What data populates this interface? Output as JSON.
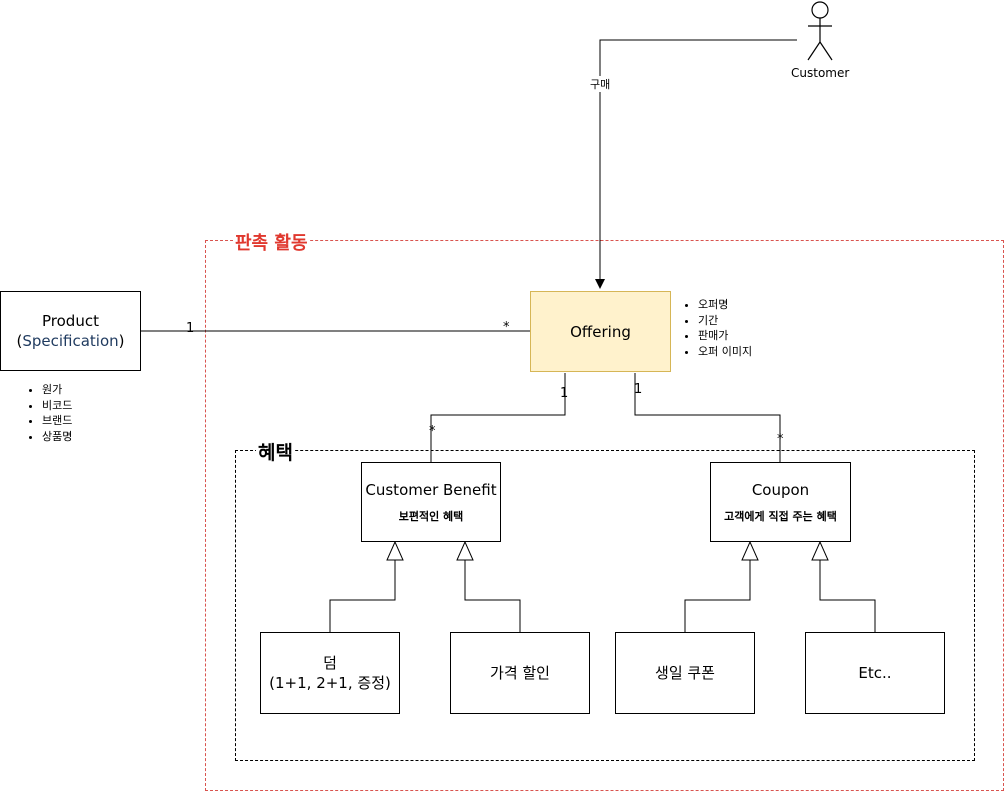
{
  "regions": {
    "sales": {
      "title": "판촉 활동",
      "color": "#e0382e",
      "border_color": "#d9544f"
    },
    "benefit": {
      "title": "혜택"
    }
  },
  "actor": {
    "label": "Customer",
    "icon": "stick-figure-icon"
  },
  "edges": {
    "purchase_label": "구매"
  },
  "product": {
    "title": "Product",
    "spec_open": "(",
    "spec": "Specification",
    "spec_close": ")",
    "spec_color": "#1f3a5f",
    "attributes": [
      "원가",
      "비코드",
      "브랜드",
      "상품명"
    ]
  },
  "offering": {
    "title": "Offering",
    "fill": "#fff2cc",
    "stroke": "#d6b656",
    "attributes": [
      "오퍼명",
      "기간",
      "판매가",
      "오퍼 이미지"
    ]
  },
  "multiplicities": {
    "product_offering_product_side": "1",
    "product_offering_offering_side": "*",
    "offering_benefit_offering_side": "1",
    "offering_benefit_benefit_side": "*",
    "offering_coupon_offering_side": "1",
    "offering_coupon_coupon_side": "*"
  },
  "customer_benefit": {
    "title": "Customer Benefit",
    "subtitle": "보편적인 혜택"
  },
  "coupon": {
    "title": "Coupon",
    "subtitle": "고객에게 직접  주는 혜택"
  },
  "subclasses": {
    "bundle": {
      "line1": "덤",
      "line2": "(1+1, 2+1, 증정)"
    },
    "discount": {
      "label": "가격 할인"
    },
    "birthday_coupon": {
      "label": "생일 쿠폰"
    },
    "etc": {
      "label": "Etc.."
    }
  }
}
